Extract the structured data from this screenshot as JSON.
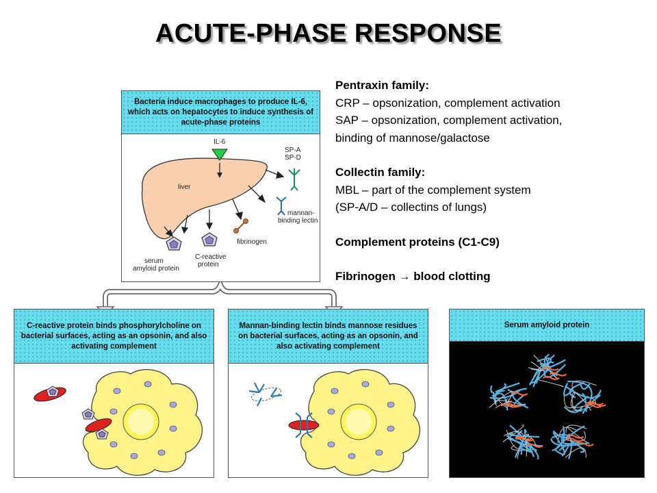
{
  "slide": {
    "title": "ACUTE-PHASE RESPONSE"
  },
  "top_panel": {
    "header": "Bacteria induce macrophages to produce IL-6, which acts on hepatocytes to induce synthesis of acute-phase proteins",
    "labels": {
      "il6": "IL-6",
      "liver": "liver",
      "spa": "SP-A",
      "spd": "SP-D",
      "mannan": "mannan-",
      "binding": "binding lectin",
      "fibrinogen": "fibrinogen",
      "serum": "serum",
      "amyloid": "amyloid protein",
      "creactive": "C-reactive",
      "protein": "protein"
    }
  },
  "text_block": {
    "pentraxin_heading": "Pentraxin family:",
    "crp": "CRP – opsonization, complement activation",
    "sap": "SAP – opsonization, complement activation,",
    "sap_cont": "binding of mannose/galactose",
    "collectin_heading": "Collectin family:",
    "mbl": "MBL – part of the complement system",
    "spad": "(SP-A/D – collectins of lungs)",
    "complement": "Complement proteins (C1-C9)",
    "fibrinogen": "Fibrinogen → blood clotting"
  },
  "bottom_panels": [
    {
      "header": "C-reactive protein binds phosphorylcholine on bacterial surfaces, acting as an opsonin, and also activating complement"
    },
    {
      "header": "Mannan-binding lectin binds mannose residues on bacterial surfaces, acting as an opsonin, and also activating complement"
    },
    {
      "header": "Serum amyloid protein"
    }
  ],
  "colors": {
    "panel_header": "#66ddee",
    "liver": "#f8d0b0",
    "macrophage": "#fff38a",
    "nucleus": "#fff36a",
    "bacterium": "#dd2222",
    "protein_structure_bg": "#000000"
  }
}
